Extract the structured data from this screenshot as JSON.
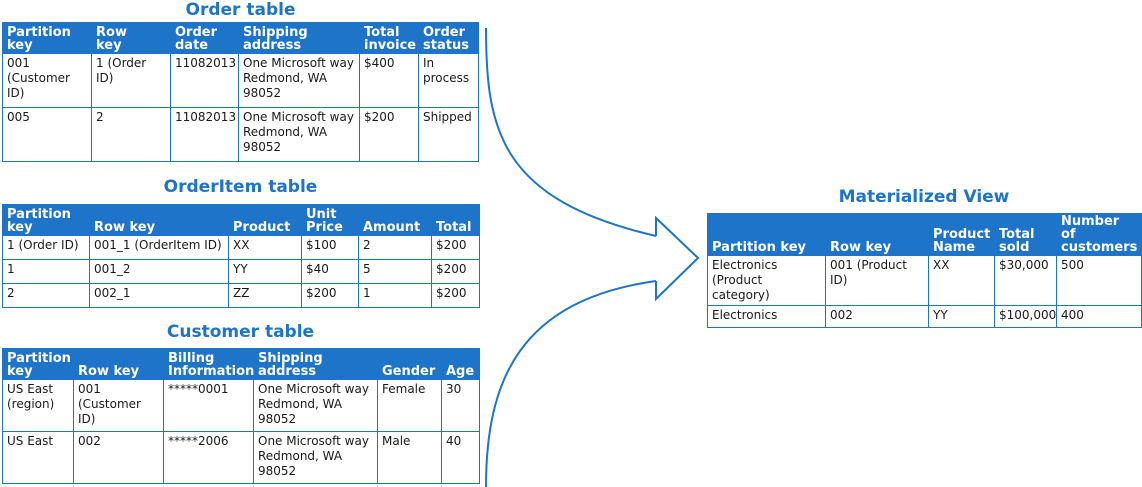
{
  "order_table": {
    "title": "Order table",
    "headers": [
      "Partition\nkey",
      "Row\nkey",
      "Order\ndate",
      "Shipping\naddress",
      "Total\ninvoice",
      "Order\nstatus"
    ],
    "rows": [
      [
        "001\n(Customer ID)",
        "1 (Order ID)",
        "11082013",
        "One Microsoft way\nRedmond, WA\n98052",
        "$400",
        "In\nprocess"
      ],
      [
        "005",
        "2",
        "11082013",
        "One Microsoft way\nRedmond, WA\n98052",
        "$200",
        "Shipped"
      ]
    ]
  },
  "orderitem_table": {
    "title": "OrderItem table",
    "headers": [
      "Partition\nkey",
      "Row key",
      "Product",
      "Unit\nPrice",
      "Amount",
      "Total"
    ],
    "rows": [
      [
        "1 (Order ID)",
        "001_1 (OrderItem ID)",
        "XX",
        "$100",
        "2",
        "$200"
      ],
      [
        "1",
        "001_2",
        "YY",
        "$40",
        "5",
        "$200"
      ],
      [
        "2",
        "002_1",
        "ZZ",
        "$200",
        "1",
        "$200"
      ]
    ]
  },
  "customer_table": {
    "title": "Customer table",
    "headers": [
      "Partition\nkey",
      "Row key",
      "Billing\nInformation",
      "Shipping\naddress",
      "Gender",
      "Age"
    ],
    "rows": [
      [
        "US East\n(region)",
        "001\n(Customer ID)",
        "*****0001",
        "One Microsoft way\nRedmond, WA\n98052",
        "Female",
        "30"
      ],
      [
        "US East",
        "002",
        "*****2006",
        "One Microsoft way\nRedmond, WA\n98052",
        "Male",
        "40"
      ]
    ]
  },
  "materialized_view": {
    "title": "Materialized View",
    "headers": [
      "Partition key",
      "Row key",
      "Product\nName",
      "Total\nsold",
      "Number of\ncustomers"
    ],
    "rows": [
      [
        "Electronics\n(Product category)",
        "001 (Product ID)",
        "XX",
        "$30,000",
        "500"
      ],
      [
        "Electronics",
        "002",
        "YY",
        "$100,000",
        "400"
      ]
    ]
  },
  "colors": {
    "accent": "#1e74c8",
    "text": "#1a1a1a",
    "background": "#ffffff"
  }
}
